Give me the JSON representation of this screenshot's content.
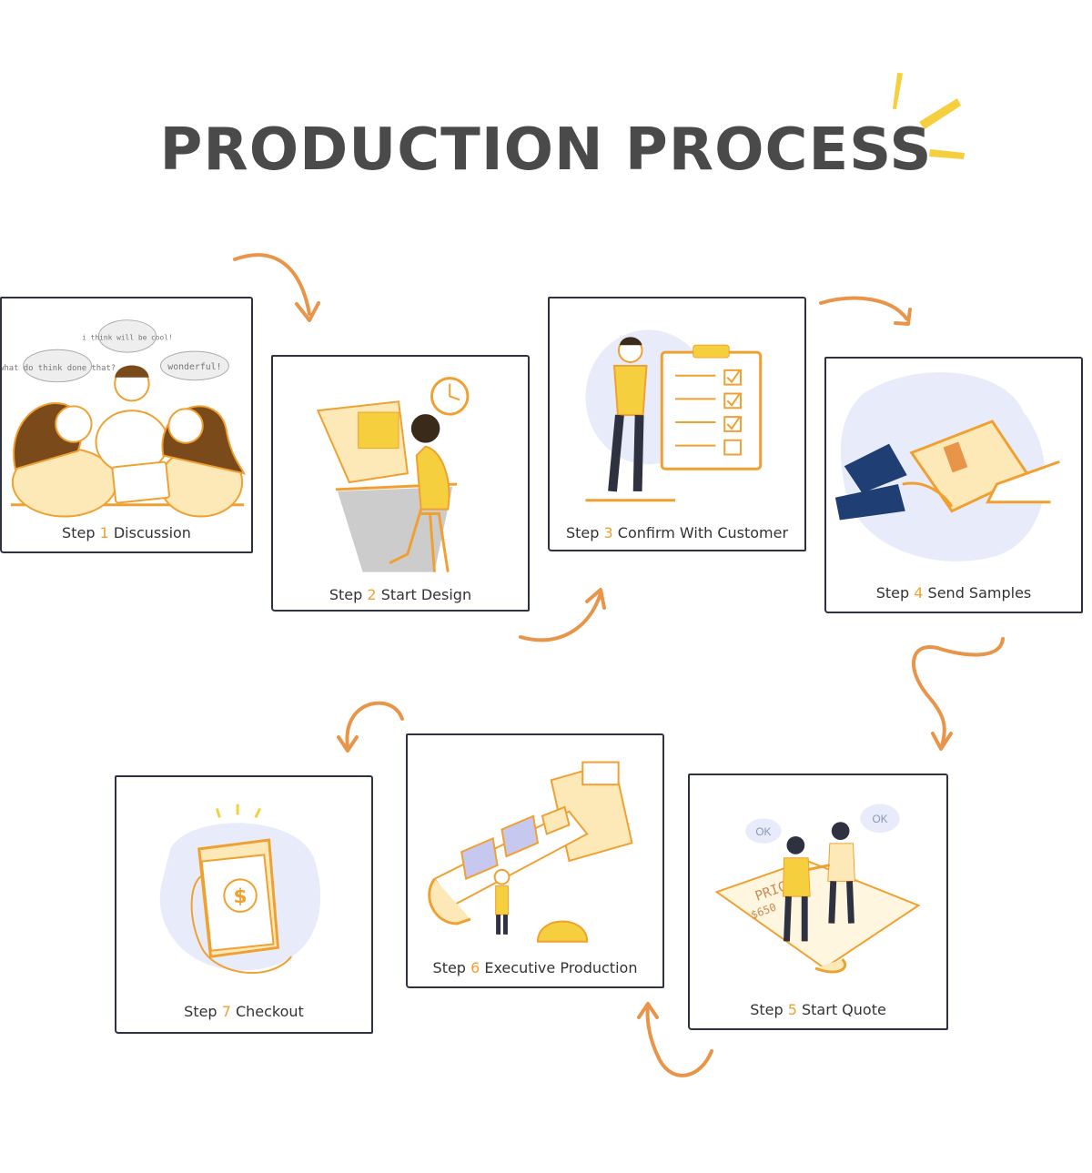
{
  "title": "PRODUCTION PROCESS",
  "colors": {
    "title": "#4a4a4a",
    "accent": "#f0a030",
    "arrow": "#e8954a",
    "border": "#2e3140",
    "sparkle": "#f6cf3f",
    "blob": "#e8ecfa"
  },
  "steps": [
    {
      "word": "Step",
      "num": "1",
      "label": "Discussion",
      "icon": "discussion-illustration",
      "bubbles": [
        "what do think done that?",
        "i think will be cool!",
        "wonderful!"
      ]
    },
    {
      "word": "Step",
      "num": "2",
      "label": "Start Design",
      "icon": "designer-desk-illustration"
    },
    {
      "word": "Step",
      "num": "3",
      "label": "Confirm With Customer",
      "icon": "checklist-illustration"
    },
    {
      "word": "Step",
      "num": "4",
      "label": "Send Samples",
      "icon": "package-handoff-illustration"
    },
    {
      "word": "Step",
      "num": "5",
      "label": "Start Quote",
      "icon": "handshake-price-illustration",
      "bubbles": [
        "OK",
        "OK"
      ],
      "price_label": "PRICE",
      "price_value": "$650"
    },
    {
      "word": "Step",
      "num": "6",
      "label": "Executive Production",
      "icon": "conveyor-illustration"
    },
    {
      "word": "Step",
      "num": "7",
      "label": "Checkout",
      "icon": "cash-hand-illustration"
    }
  ]
}
